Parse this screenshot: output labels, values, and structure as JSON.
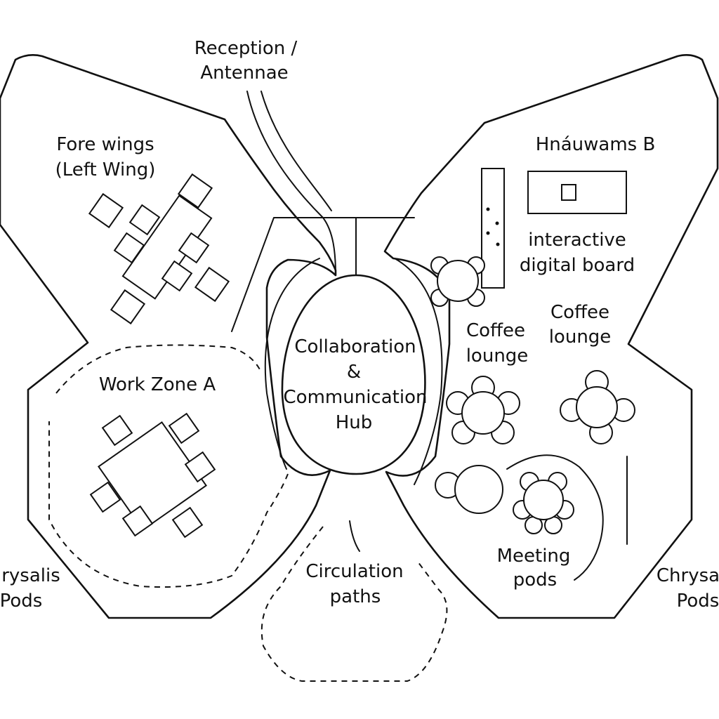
{
  "labels": {
    "reception_1": "Reception /",
    "reception_2": "Antennae",
    "fore_1": "Fore wings",
    "fore_2": "(Left Wing)",
    "zone_b": "Hnáuwams B",
    "work_zone_a": "Work Zone A",
    "board_1": "interactive",
    "board_2": "digital board",
    "hub_1": "Collaboration",
    "hub_2": "&",
    "hub_3": "Communication",
    "hub_4": "Hub",
    "coffee_a_1": "Coffee",
    "coffee_a_2": "lounge",
    "coffee_b_1": "Coffee",
    "coffee_b_2": "lounge",
    "circ_1": "Circulation",
    "circ_2": "paths",
    "meeting_1": "Meeting",
    "meeting_2": "pods",
    "chrys_left_1": "rysalis",
    "chrys_left_2": "Pods",
    "chrys_right_1": "Chrysa",
    "chrys_right_2": "Pods"
  }
}
